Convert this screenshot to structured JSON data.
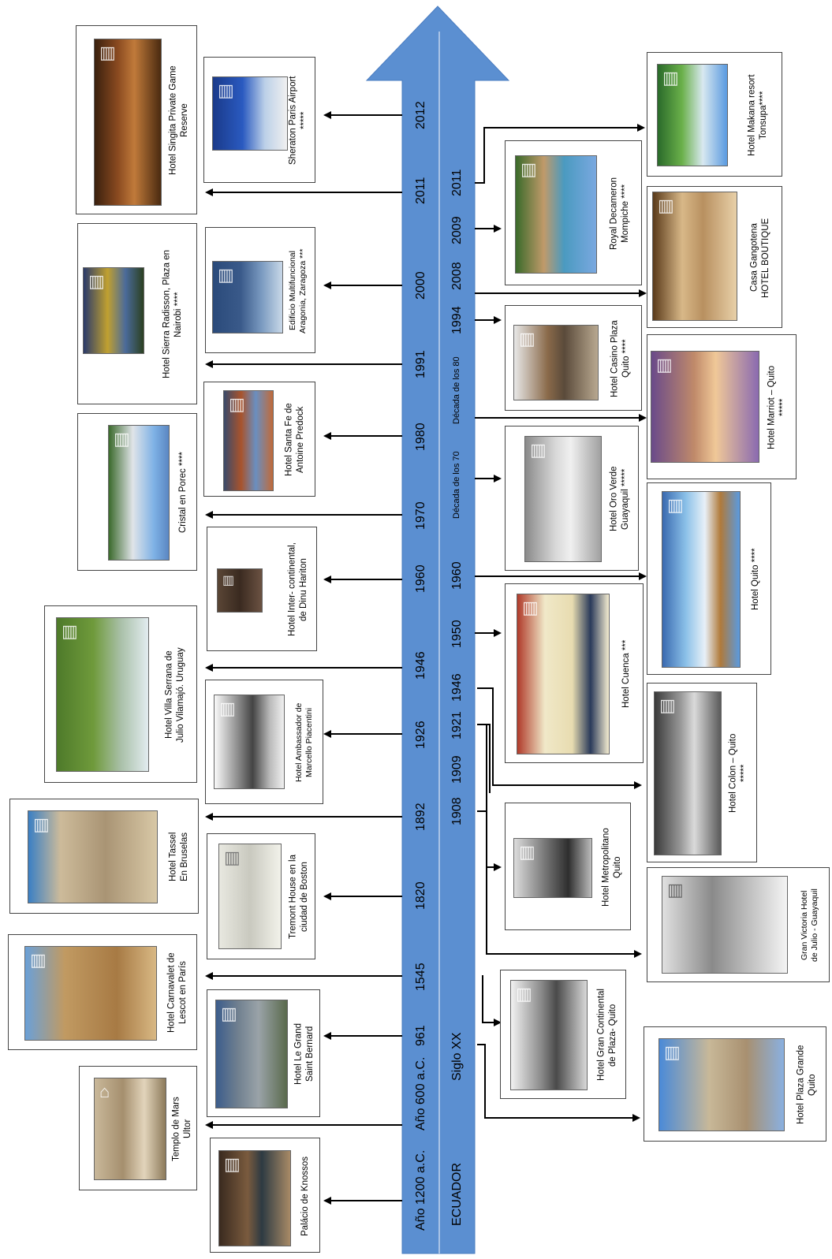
{
  "colors": {
    "axis_fill": "#5b8fd1",
    "axis_divider": "#a9c3e6",
    "arrow": "#000000"
  },
  "world": {
    "label_years": [
      "Año 1200 a.C.",
      "Año 600 a.C.",
      "961",
      "1545",
      "1820",
      "1892",
      "1926",
      "1946",
      "1960",
      "1970",
      "1980",
      "1991",
      "2000",
      "2011",
      "2012"
    ],
    "cards": [
      {
        "caption": "Palácio de Knossos",
        "icon": "building-icon"
      },
      {
        "caption": "Templo de Mars\nUltor",
        "icon": "temple-icon"
      },
      {
        "caption": "Hotel Le Grand\nSaint Bernard",
        "icon": "building-icon"
      },
      {
        "caption": "Hotel Carnavalet de\nLescot en París",
        "icon": "building-icon"
      },
      {
        "caption": "Tremont House en la\nciudad de Boston",
        "icon": "building-icon"
      },
      {
        "caption": "Hotel Tassel\nEn Bruselas",
        "icon": "building-icon"
      },
      {
        "caption": "Hotel Ambassador de\nMarcello  Piacentini",
        "icon": "building-icon"
      },
      {
        "caption": "Hotel Villa Serrana de\nJulio Vilamajó. Uruguay",
        "icon": "building-icon"
      },
      {
        "caption": "Hotel Inter- continental,\nde Dinu Hariton",
        "icon": "building-icon"
      },
      {
        "caption": "Cristal en Porec ****",
        "icon": "building-icon"
      },
      {
        "caption": "Hotel Santa Fe de\nAntoine Predock",
        "icon": "building-icon"
      },
      {
        "caption": "Hotel Sierra Radisson, Plaza en\nNairobi ****",
        "icon": "building-icon"
      },
      {
        "caption": "Edificio Multifuncional\nAragonia, Zaragoza ***",
        "icon": "building-icon"
      },
      {
        "caption": "Hotel Singita Private Game\nReserve",
        "icon": "building-icon"
      },
      {
        "caption": "Sheraton Paris Airport\n*****",
        "icon": "building-icon"
      }
    ]
  },
  "ecuador": {
    "label_years": [
      "ECUADOR",
      "Siglo XX",
      "1908",
      "1909",
      "1921",
      "1946",
      "1950",
      "1960",
      "Década de los 70",
      "Década de los 80",
      "1994",
      "2008",
      "2009",
      "2011"
    ],
    "cards": [
      {
        "caption": "Hotel Gran Continental\nde Plaza- Quito",
        "icon": "building-icon"
      },
      {
        "caption": "Hotel Metropolitano\nQuito",
        "icon": "building-icon"
      },
      {
        "caption": "Hotel Cuenca ***",
        "icon": "building-icon"
      },
      {
        "caption": "Hotel Oro Verde\nGuayaquil *****",
        "icon": "building-icon"
      },
      {
        "caption": "Hotel Casino Plaza\nQuito ****",
        "icon": "building-icon"
      },
      {
        "caption": "Royal Decameron\nMompiche ****",
        "icon": "resort-icon"
      },
      {
        "caption": "Hotel Plaza Grande\nQuito",
        "icon": "building-icon"
      },
      {
        "caption": "Gran Victoria Hotel\nde Julio - Guayaquil",
        "icon": "building-icon"
      },
      {
        "caption": "Hotel Colon – Quito\n*****",
        "icon": "building-icon"
      },
      {
        "caption": "Hotel Quito ****",
        "icon": "building-icon"
      },
      {
        "caption": "Hotel Marriot – Quito\n*****",
        "icon": "building-icon"
      },
      {
        "caption": "Casa Gangotena\nHOTEL BOUTIQUE",
        "icon": "building-icon"
      },
      {
        "caption": "Hotel Makana resort\nTonsupa****",
        "icon": "resort-icon"
      }
    ]
  }
}
